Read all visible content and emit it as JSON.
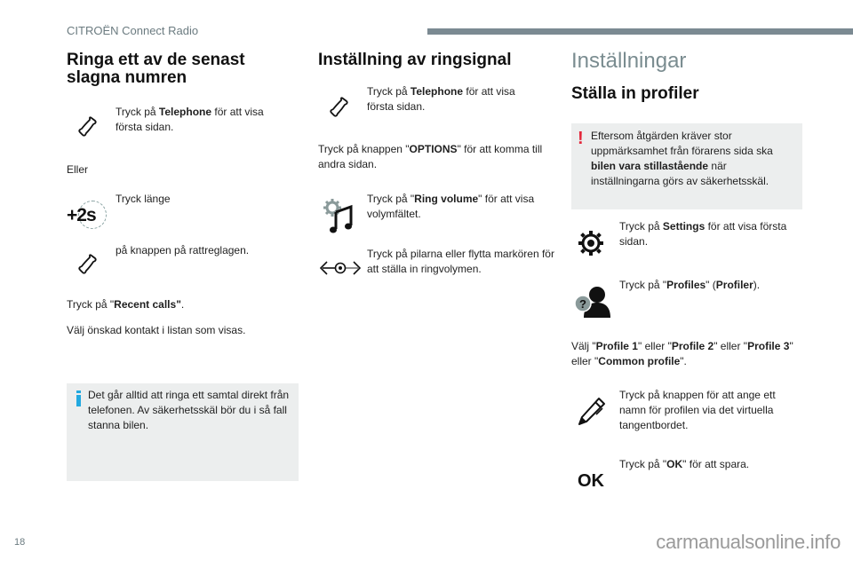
{
  "header": {
    "title": "CITROËN Connect Radio"
  },
  "col1": {
    "heading": "Ringa ett av de senast slagna numren",
    "step1": {
      "icon": "phone-handset-icon",
      "pre": "Tryck på ",
      "bold": "Telephone",
      "post": " för att visa första sidan."
    },
    "or_label": "Eller",
    "step2": {
      "icon": "long-press-2s-icon",
      "text": "Tryck länge"
    },
    "step3": {
      "icon": "phone-handset-icon",
      "text": "på knappen på rattreglagen."
    },
    "line1": {
      "pre": "Tryck på \"",
      "bold": "Recent calls\"",
      "post": "."
    },
    "line2": "Välj önskad kontakt i listan som visas.",
    "note": {
      "icon": "info-icon",
      "text": "Det går alltid att ringa ett samtal direkt från telefonen. Av säkerhetsskäl bör du i så fall stanna bilen."
    }
  },
  "col2": {
    "heading": "Inställning av ringsignal",
    "step1": {
      "icon": "phone-handset-icon",
      "pre": "Tryck på ",
      "bold": "Telephone",
      "post": " för att visa första sidan."
    },
    "line1": {
      "pre": "Tryck på knappen \"",
      "bold": "OPTIONS",
      "post": "\" för att komma till andra sidan."
    },
    "step2": {
      "icon": "ring-volume-icon",
      "pre": "Tryck på \"",
      "bold": "Ring volume",
      "post": "\" för att visa volymfältet."
    },
    "step3": {
      "icon": "slider-arrows-icon",
      "text": "Tryck på pilarna eller flytta markören för att ställa in ringvolymen."
    }
  },
  "col3": {
    "chapter": "Inställningar",
    "heading": "Ställa in profiler",
    "warning": {
      "icon": "warning-icon",
      "pre": "Eftersom åtgärden kräver stor uppmärksamhet från förarens sida ska ",
      "bold": "bilen vara stillastående",
      "post": " när inställningarna görs av säkerhetsskäl."
    },
    "step1": {
      "icon": "settings-gear-icon",
      "pre": "Tryck på ",
      "bold": "Settings",
      "post": " för att visa första sidan."
    },
    "step2": {
      "icon": "profile-question-icon",
      "pre": "Tryck på \"",
      "bold": "Profiles",
      "mid": "\" (",
      "bold2": "Profiler",
      "post": ")."
    },
    "line1": {
      "p1": "Välj \"",
      "b1": "Profile 1",
      "p2": "\" eller \"",
      "b2": "Profile 2",
      "p3": "\" eller \"",
      "b3": "Profile 3",
      "p4": "\" eller \"",
      "b4": "Common profile",
      "p5": "\"."
    },
    "step3": {
      "icon": "pencil-icon",
      "text": "Tryck på knappen för att ange ett namn för profilen via det virtuella tangentbordet."
    },
    "step4": {
      "icon": "ok-icon",
      "icon_label": "OK",
      "pre": "Tryck på \"",
      "bold": "OK",
      "post": "\" för att spara."
    }
  },
  "footer": {
    "page_number": "18",
    "watermark": "carmanualsonline.info"
  },
  "colors": {
    "accent_gray": "#7b8a92",
    "info_blue": "#22a9e0",
    "warning_red": "#e3263a",
    "note_bg": "#eceeee"
  }
}
